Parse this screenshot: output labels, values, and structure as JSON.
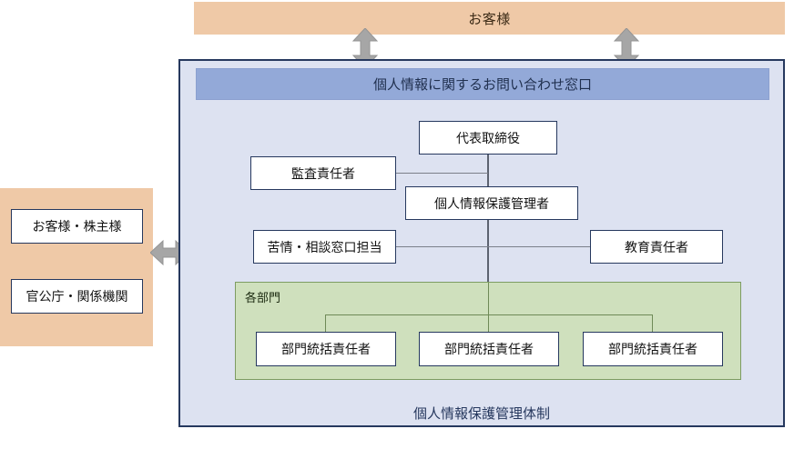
{
  "diagram": {
    "title_caption": "個人情報保護管理体制",
    "top_band": {
      "label": "お客様"
    },
    "contact_bar": {
      "label": "個人情報に関するお問い合わせ窓口"
    },
    "left_panel": {
      "boxes": [
        {
          "label": "お客様・株主様"
        },
        {
          "label": "官公庁・関係機関"
        }
      ]
    },
    "org": {
      "top": {
        "label": "代表取締役"
      },
      "audit": {
        "label": "監査責任者"
      },
      "manager": {
        "label": "個人情報保護管理者"
      },
      "complaint": {
        "label": "苦情・相談窓口担当"
      },
      "education": {
        "label": "教育責任者"
      },
      "departments": {
        "section_label": "各部門",
        "boxes": [
          {
            "label": "部門統括責任者"
          },
          {
            "label": "部門統括責任者"
          },
          {
            "label": "部門統括責任者"
          }
        ]
      }
    },
    "arrows": [
      {
        "name": "customer-to-contact-left",
        "direction": "vertical-双方向"
      },
      {
        "name": "customer-to-contact-right",
        "direction": "vertical-双方向"
      },
      {
        "name": "stakeholder-to-system",
        "direction": "horizontal-双方向"
      }
    ],
    "colors": {
      "orange": "#efc9a7",
      "panel_blue": "#dde2f1",
      "bar_blue": "#93a9d8",
      "navy_border": "#26385e",
      "green_fill": "#cfe0bd",
      "green_border": "#7d9c62",
      "arrow_gray": "#a6a6a6",
      "line_gray": "#7b7f8a"
    }
  }
}
